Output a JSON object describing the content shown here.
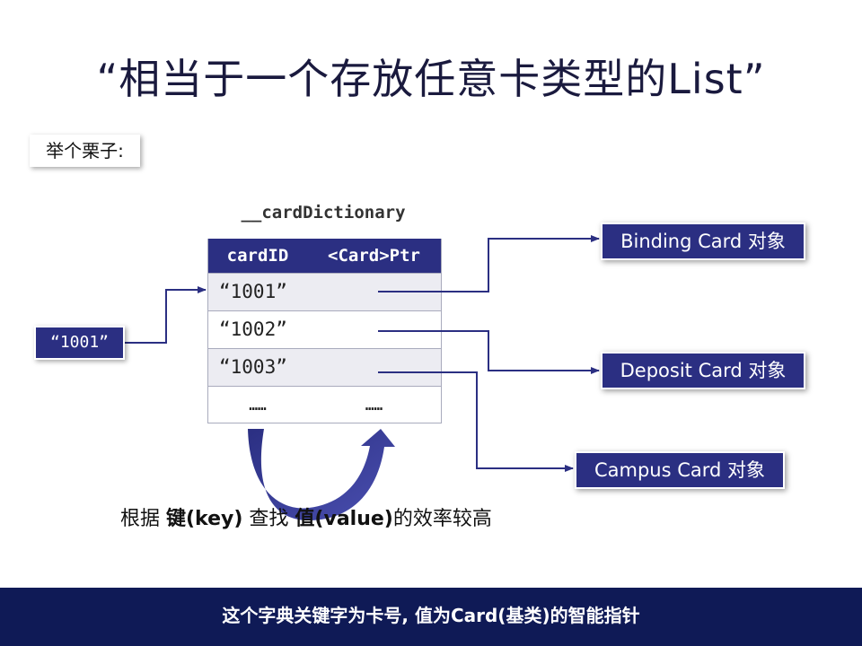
{
  "title": "“相当于一个存放任意卡类型的List”",
  "example_label": "举个栗子:",
  "dictionary": {
    "name": "__cardDictionary",
    "columns": [
      "cardID",
      "<Card>Ptr"
    ],
    "rows": [
      {
        "key": "“1001”",
        "value": ""
      },
      {
        "key": "“1002”",
        "value": ""
      },
      {
        "key": "“1003”",
        "value": ""
      },
      {
        "key": "……",
        "value": "……"
      }
    ]
  },
  "lookup_key": "“1001”",
  "cards": {
    "binding": "Binding Card 对象",
    "deposit": "Deposit Card 对象",
    "campus": "Campus Card 对象"
  },
  "caption": {
    "part1": "根据 ",
    "bold1": "键(key)",
    "part2": " 查找 ",
    "bold2": "值(value)",
    "part3": "的效率较高"
  },
  "footer": "这个字典关键字为卡号, 值为Card(基类)的智能指针",
  "colors": {
    "accent": "#2b2f82",
    "footer_bg": "#0f1a56",
    "row_alt": "#ececf2"
  }
}
